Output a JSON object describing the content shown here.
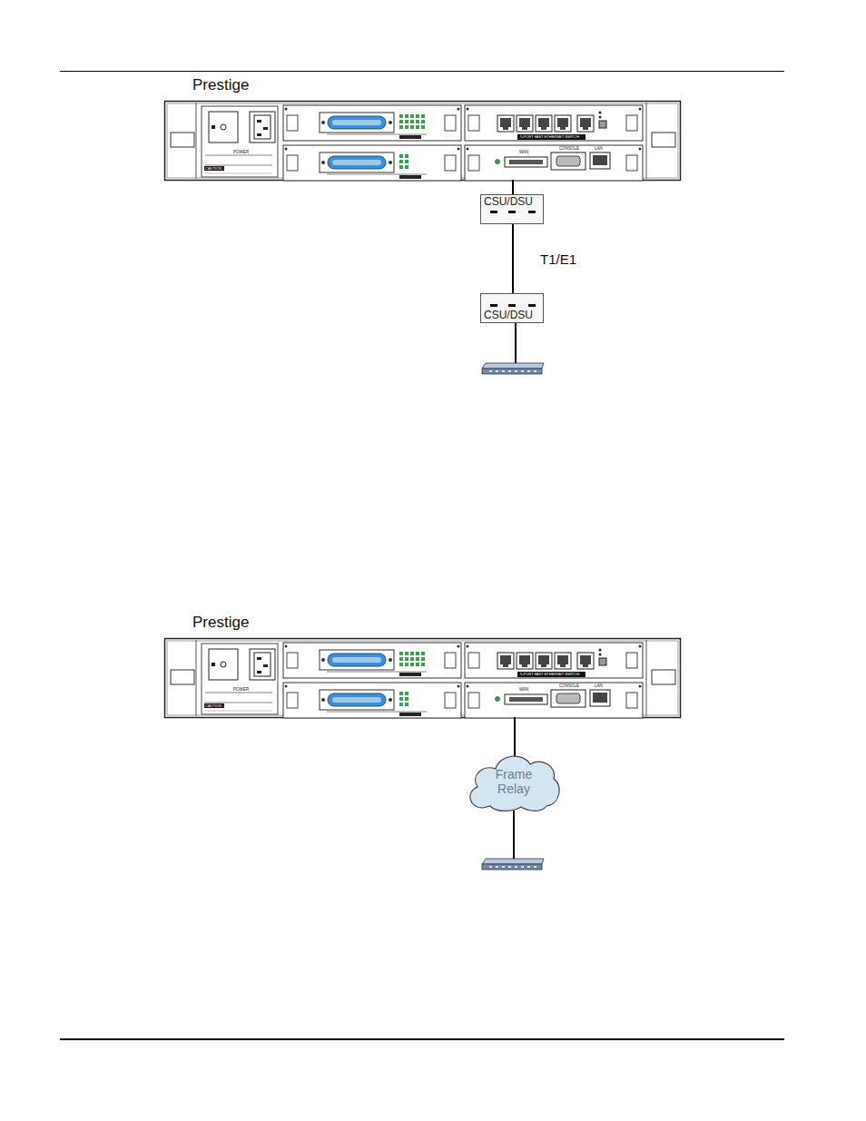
{
  "diagram": {
    "nodes": [
      {
        "text": [
          "Prestige"
        ]
      },
      {
        "text": [
          "CSU/DSU"
        ]
      },
      {
        "text": [
          "CSU/DSU"
        ]
      },
      {
        "text": [
          "Prestige"
        ]
      },
      {
        "text": [
          "Frame Relay"
        ]
      }
    ],
    "edges": [
      {
        "from": 0,
        "to": 1,
        "arrow": "none"
      },
      {
        "from": 1,
        "to": 2,
        "label": "T1/E1",
        "arrow": "none"
      },
      {
        "from": 3,
        "to": 4,
        "arrow": "none"
      }
    ],
    "labels": [
      "POWER",
      "CAUTION",
      "5-PORT FAST ETHERNET SWITCH",
      "CONSOLE",
      "LAN",
      "WAN",
      "POWER",
      "CAUTION",
      "5-PORT FAST ETHERNET SWITCH",
      "CONSOLE",
      "LAN",
      "WAN"
    ]
  }
}
